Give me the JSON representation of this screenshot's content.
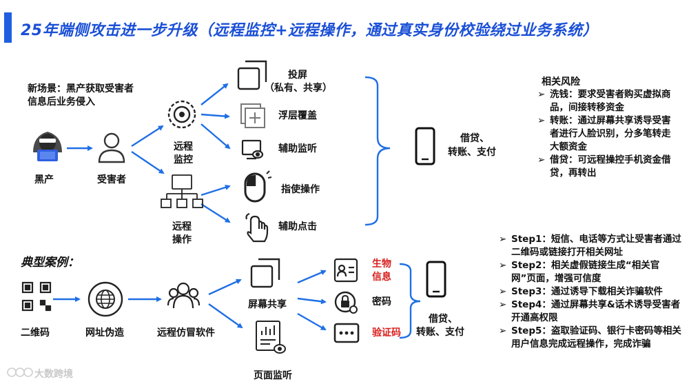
{
  "title": "25年端侧攻击进一步升级（远程监控+远程操作，通过真实身份校验绕过业务系统）",
  "new_scenario": {
    "line1": "新场景：黑产获取受害者",
    "line2": "信息后业务侵入"
  },
  "top_flow": {
    "blackmarket": "黑产",
    "victim": "受害者",
    "remote_monitor": {
      "line1": "远程",
      "line2": "监控"
    },
    "remote_operate": {
      "line1": "远程",
      "line2": "操作"
    },
    "screen_cast": {
      "line1": "投屏",
      "line2": "（私有、共享）"
    },
    "overlay": "浮层覆盖",
    "assist_monitor": "辅助监听",
    "directed_op": "指使操作",
    "assist_click": "辅助点击",
    "result": {
      "line1": "借贷、",
      "line2": "转账、支付"
    }
  },
  "risks": {
    "title": "相关风险",
    "items": [
      "洗钱：要求受害者购买虚拟商品，间接转移资金",
      "转账：通过屏幕共享诱导受害者进行人脸识别，分多笔转走大额资金",
      "借贷：可远程操控手机资金借贷，再转出"
    ]
  },
  "cases": {
    "title": "典型案例：",
    "qr": "二维码",
    "url_fake": "网址伪造",
    "remote_fake_app": "远程仿冒软件",
    "screen_share": "屏幕共享",
    "page_monitor": "页面监听",
    "bio_info": {
      "line1": "生物",
      "line2": "信息"
    },
    "password": "密码",
    "sms_code": "验证码",
    "result": {
      "line1": "借贷、",
      "line2": "转账、支付"
    }
  },
  "steps": [
    "Step1：短信、电话等方式让受害者通过二维码或链接打开相关网址",
    "Step2：相关虚假链接生成“相关官网”页面，增强可信度",
    "Step3：通过诱导下载相关诈骗软件",
    "Step4：通过屏幕共享&话术诱导受害者开通高权限",
    "Step5：盗取验证码、银行卡密码等相关用户信息完成远程操作，完成诈骗"
  ],
  "watermark": "大数跨境",
  "colors": {
    "accent": "#1f5fe0",
    "arrow": "#1f6fe5",
    "red": "#d81e1e"
  },
  "icons": [
    "hacker-icon",
    "user-icon",
    "monitor-eye-icon",
    "remote-network-icon",
    "screen-cast-icon",
    "overlay-icon",
    "listen-icon",
    "mouse-icon",
    "hand-click-icon",
    "phone-icon",
    "qr-code-icon",
    "globe-icon",
    "group-icon",
    "screen-share-icon",
    "report-icon",
    "id-card-icon",
    "lock-icon",
    "code-icon"
  ]
}
